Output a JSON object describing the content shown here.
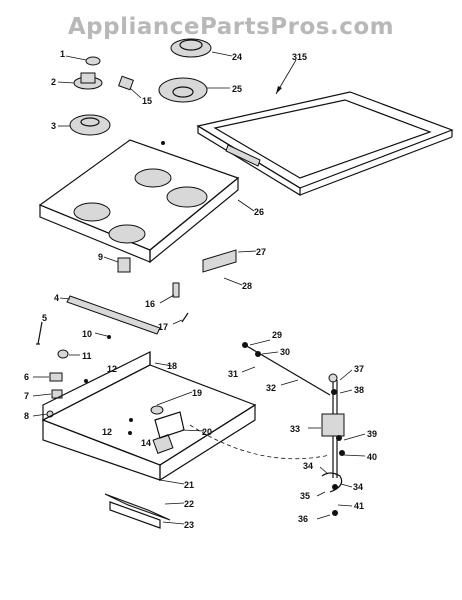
{
  "watermark": "AppliancePartsPros.com",
  "callouts": [
    "1",
    "2",
    "3",
    "4",
    "5",
    "6",
    "7",
    "8",
    "9",
    "10",
    "11",
    "12",
    "12",
    "14",
    "15",
    "16",
    "17",
    "18",
    "19",
    "20",
    "21",
    "22",
    "23",
    "24",
    "25",
    "26",
    "27",
    "28",
    "29",
    "30",
    "31",
    "32",
    "33",
    "34",
    "34",
    "35",
    "36",
    "37",
    "38",
    "39",
    "40",
    "41",
    "315"
  ]
}
